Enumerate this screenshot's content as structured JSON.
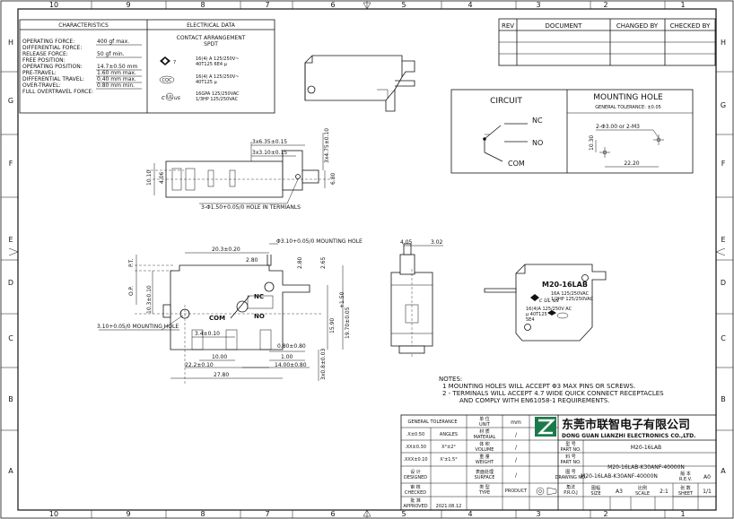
{
  "border": {
    "top_cols": [
      "10",
      "9",
      "8",
      "7",
      "6",
      "5",
      "4",
      "3",
      "2",
      "1"
    ],
    "bottom_cols": [
      "10",
      "9",
      "8",
      "7",
      "6",
      "5",
      "4",
      "3",
      "2",
      "1"
    ],
    "rows": [
      "H",
      "G",
      "F",
      "E",
      "D",
      "C",
      "B",
      "A"
    ]
  },
  "characteristics": {
    "header": "CHARACTERISTICS",
    "rows": [
      {
        "label": "OPERATING FORCE:",
        "value": "400 gf max."
      },
      {
        "label": "DIFFERENTIAL FORCE:",
        "value": ""
      },
      {
        "label": "RELEASE FORCE:",
        "value": "50 gf min."
      },
      {
        "label": "FREE POSITION:",
        "value": ""
      },
      {
        "label": "OPERATING POSITION:",
        "value": "14.7±0.50 mm"
      },
      {
        "label": "PRE-TRAVEL:",
        "value": "1.60 mm max."
      },
      {
        "label": "DIFFERENTIAL TRAVEL:",
        "value": "0.40 mm max."
      },
      {
        "label": "OVER-TRAVEL:",
        "value": "0.80 mm min."
      },
      {
        "label": "FULL OVERTRAVEL FORCE:",
        "value": ""
      }
    ]
  },
  "electrical": {
    "header": "ELECTRICAL DATA",
    "contact_line1": "CONTACT ARRANGEMENT",
    "contact_line2": "SPDT",
    "ratings": [
      {
        "line1": "16(4) A 125/250V~",
        "line2": "40T125 6E4 μ"
      },
      {
        "line1": "16(4) A 125/250V~",
        "line2": "40T125 μ"
      },
      {
        "line1": "16GPA 125/250VAC",
        "line2": "1/3HP 125/250VAC"
      }
    ]
  },
  "revision": {
    "headers": [
      "REV",
      "DOCUMENT",
      "CHANGED BY",
      "CHECKED BY"
    ]
  },
  "circuit": {
    "title": "CIRCUIT",
    "nc": "NC",
    "no": "NO",
    "com": "COM"
  },
  "mounting": {
    "title": "MOUNTING HOLE",
    "tolerance": "GENERAL TOLERANCE: ±0.05",
    "holes": "2-Φ3.00 or 2-M3",
    "dim_v": "10.30",
    "dim_h": "22.20"
  },
  "top_view": {
    "dims": [
      "3x6.35±0.15",
      "3x3.10±0.15",
      "3x4.75±0.10",
      "10.10",
      "4.06",
      "6.80"
    ],
    "hole_note": "3-Φ1.50+0.05/0 HOLE IN TERMIANLS"
  },
  "front_view": {
    "dims": [
      "20.3±0.20",
      "Φ3.10+0.05/0 MOUNTING HOLE",
      "2.80",
      "2.80",
      "2.65",
      "P.T.",
      "O.P.",
      "10.3±0.10",
      "15.90",
      "19.70±0.05",
      "+1.50",
      "3.10+0.05/0 MOUNTING HOLE",
      "3.4±0.10",
      "0.80±0.80",
      "1.00",
      "10.00",
      "22.2±0.10",
      "14.00±0.80",
      "27.80",
      "3x0.8±0.03"
    ],
    "labels": [
      "NC",
      "NO",
      "COM"
    ]
  },
  "side_view": {
    "dims": [
      "4.05",
      "3.02"
    ]
  },
  "iso_view": {
    "model": "M20-16LAB",
    "rating_a1": "16A 125/250VAC",
    "rating_a2": "1/2HP 125/250VAC",
    "rating_b1": "16(4)A 125/250V AC",
    "rating_b2": "μ 40T125",
    "rating_b3": "5E4"
  },
  "notes": {
    "title": "NOTES:",
    "lines": [
      "1  MOUNTING HOLES WILL ACCEPT Φ3 MAX PINS OR SCREWS.",
      "2 - TERMINALS WILL ACCEPT 4.7 WIDE QUICK CONNECT RECEPTACLES",
      "AND COMPLY WITH EN61058-1 REQUIREMENTS."
    ]
  },
  "title_block": {
    "general_tolerance": "GENERAL TOLERANCE",
    "angles": "ANGLES",
    "tol_rows": [
      {
        "a": ".X±0.50",
        "b": ""
      },
      {
        "a": ".XX±0.30",
        "b": "X°±2°"
      },
      {
        "a": ".XXX±0.10",
        "b": "X'±1.5°"
      }
    ],
    "unit_cn": "单 位",
    "unit_en": "UNIT",
    "unit_val": "mm",
    "material_cn": "材 质",
    "material_en": "MATERIAL",
    "material_val": "/",
    "volume_cn": "体 积",
    "volume_en": "VOLUME",
    "volume_val": "/",
    "weight_cn": "重 量",
    "weight_en": "WEIGHT",
    "weight_val": "/",
    "surface_cn": "表面处理",
    "surface_en": "SURFACE",
    "surface_val": "/",
    "type_cn": "类 型",
    "type_en": "TYPE",
    "type_val": "PRODUCT",
    "designed_cn": "设 计",
    "designed_en": "DESIGNED",
    "checked_cn": "审 核",
    "checked_en": "CHECKED",
    "approved_cn": "批 准",
    "approved_en": "APPROVED",
    "approved_date": "2021.08.12",
    "company_cn": "东莞市联智电子有限公司",
    "company_en": "DONG GUAN LIANZHI ELECTRONICS CO.,LTD.",
    "model_cn": "型 号",
    "model_en": "PART NO.",
    "model_val": "M20-16LAB",
    "partno_cn": "料 号",
    "partno_en": "PART NO.",
    "partno_val": "M20-16LAB-K30ANF-40000N",
    "drawing_cn": "图 号",
    "drawing_en": "DRAWING NO.",
    "drawing_val": "M20-16LAB-K30ANF-40000N",
    "proj_cn": "角法",
    "proj_en": "P.R.O.J",
    "size_cn": "图幅",
    "size_en": "SIZE",
    "size_val": "A3",
    "scale_cn": "比例",
    "scale_en": "SCALE",
    "scale_val": "2:1",
    "rev_cn": "版 本",
    "rev_en": "R.E.V.",
    "rev_val": "A0",
    "sheet_cn": "张 数",
    "sheet_en": "SHEET",
    "sheet_val": "1/1"
  }
}
